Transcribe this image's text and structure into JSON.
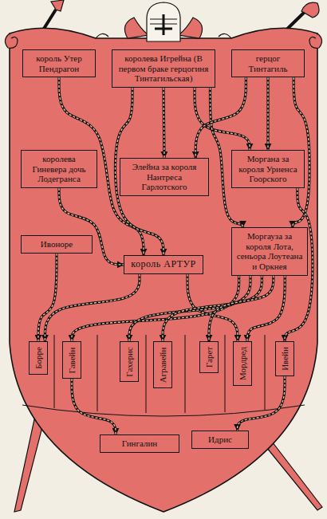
{
  "diagram": {
    "nodes": [
      {
        "text": [
          "король Утер Пендрагон"
        ]
      },
      {
        "text": [
          "королева Игрейна (В первом браке герцогиня Тинтагильская)"
        ]
      },
      {
        "text": [
          "герцог Тинтагиль"
        ]
      },
      {
        "text": [
          "королева Гиневера дочь Лодегранса"
        ]
      },
      {
        "text": [
          "Элейна за короля Нантреса Гарлотского"
        ]
      },
      {
        "text": [
          "Моргана за короля Уриенса Гоорского"
        ]
      },
      {
        "text": [
          "Ивоноре"
        ]
      },
      {
        "text": [
          "король АРТУР"
        ]
      },
      {
        "text": [
          "Моргауза за короля Лота, сеньора Лоутеана и Оркнея"
        ]
      },
      {
        "text": [
          "Борре"
        ]
      },
      {
        "text": [
          "Гавейн"
        ]
      },
      {
        "text": [
          "Гахерис"
        ]
      },
      {
        "text": [
          "Агравейн"
        ]
      },
      {
        "text": [
          "Гарет"
        ]
      },
      {
        "text": [
          "Мордред"
        ]
      },
      {
        "text": [
          "Ивейн"
        ]
      },
      {
        "text": [
          "Гингалин"
        ]
      },
      {
        "text": [
          "Идрис"
        ]
      }
    ],
    "edges": [
      {
        "from": 0,
        "to": 7,
        "arrow": "to"
      },
      {
        "from": 1,
        "to": 7,
        "arrow": "to"
      },
      {
        "from": 1,
        "to": 4,
        "arrow": "to"
      },
      {
        "from": 1,
        "to": 5,
        "arrow": "to"
      },
      {
        "from": 1,
        "to": 8,
        "arrow": "to"
      },
      {
        "from": 2,
        "to": 4,
        "arrow": "to"
      },
      {
        "from": 2,
        "to": 5,
        "arrow": "to"
      },
      {
        "from": 2,
        "to": 8,
        "arrow": "to"
      },
      {
        "from": 3,
        "to": 7,
        "arrow": "to"
      },
      {
        "from": 6,
        "to": 9,
        "arrow": "to"
      },
      {
        "from": 7,
        "to": 9,
        "arrow": "to"
      },
      {
        "from": 7,
        "to": 14,
        "arrow": "to"
      },
      {
        "from": 8,
        "to": 10,
        "arrow": "to"
      },
      {
        "from": 8,
        "to": 11,
        "arrow": "to"
      },
      {
        "from": 8,
        "to": 12,
        "arrow": "to"
      },
      {
        "from": 8,
        "to": 13,
        "arrow": "to"
      },
      {
        "from": 8,
        "to": 14,
        "arrow": "to"
      },
      {
        "from": 5,
        "to": 15,
        "arrow": "to"
      },
      {
        "from": 10,
        "to": 16,
        "arrow": "to"
      },
      {
        "from": 15,
        "to": 17,
        "arrow": "to"
      }
    ]
  }
}
